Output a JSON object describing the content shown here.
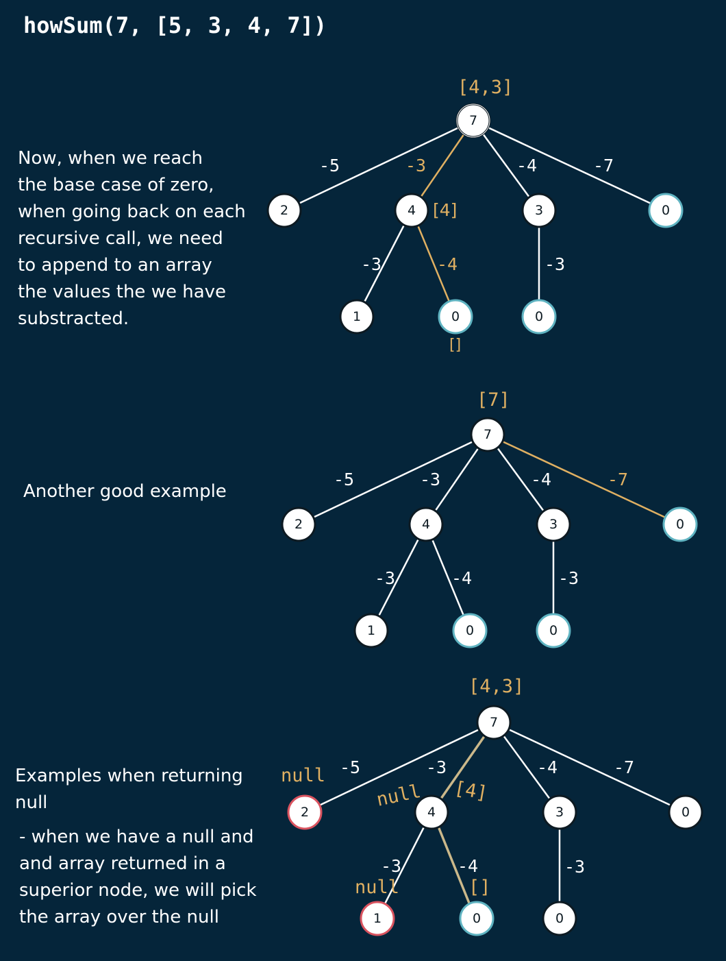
{
  "title": "howSum(7, [5, 3, 4, 7])",
  "colors": {
    "background": "#05253a",
    "edge": "#ffffff",
    "highlight_edge": "#e0b062",
    "path_edge": "#cbb88a",
    "node_fill": "#ffffff",
    "zero_ring": "#5fb3c1",
    "null_ring": "#d9535f",
    "annotation": "#e0b062"
  },
  "notes": {
    "first": [
      "Now, when we reach",
      "the base case of zero,",
      "when going back on each",
      "recursive call, we need",
      "to append to an array",
      "the values the we have",
      "substracted."
    ],
    "second": [
      "Another good example"
    ],
    "third_heading": [
      "Examples when returning",
      "null"
    ],
    "third_detail": [
      "- when we have a null and",
      "and array returned in a",
      "superior node, we will pick",
      "the array over the null"
    ]
  },
  "trees": [
    {
      "nodes": [
        "7",
        "2",
        "4",
        "3",
        "0",
        "1",
        "0",
        "0"
      ],
      "edges": [
        "-5",
        "-3",
        "-4",
        "-7",
        "-3",
        "-4",
        "-3"
      ],
      "annotations": [
        "[4,3]",
        "[4]",
        "[]"
      ]
    },
    {
      "nodes": [
        "7",
        "2",
        "4",
        "3",
        "0",
        "1",
        "0",
        "0"
      ],
      "edges": [
        "-5",
        "-3",
        "-4",
        "-7",
        "-3",
        "-4",
        "-3"
      ],
      "annotations": [
        "[7]"
      ]
    },
    {
      "nodes": [
        "7",
        "2",
        "4",
        "3",
        "0",
        "1",
        "0",
        "0"
      ],
      "edges": [
        "-5",
        "-3",
        "-4",
        "-7",
        "-3",
        "-4",
        "-3"
      ],
      "annotations": [
        "[4,3]",
        "null",
        "null",
        "[4]",
        "null",
        "[]"
      ]
    }
  ]
}
